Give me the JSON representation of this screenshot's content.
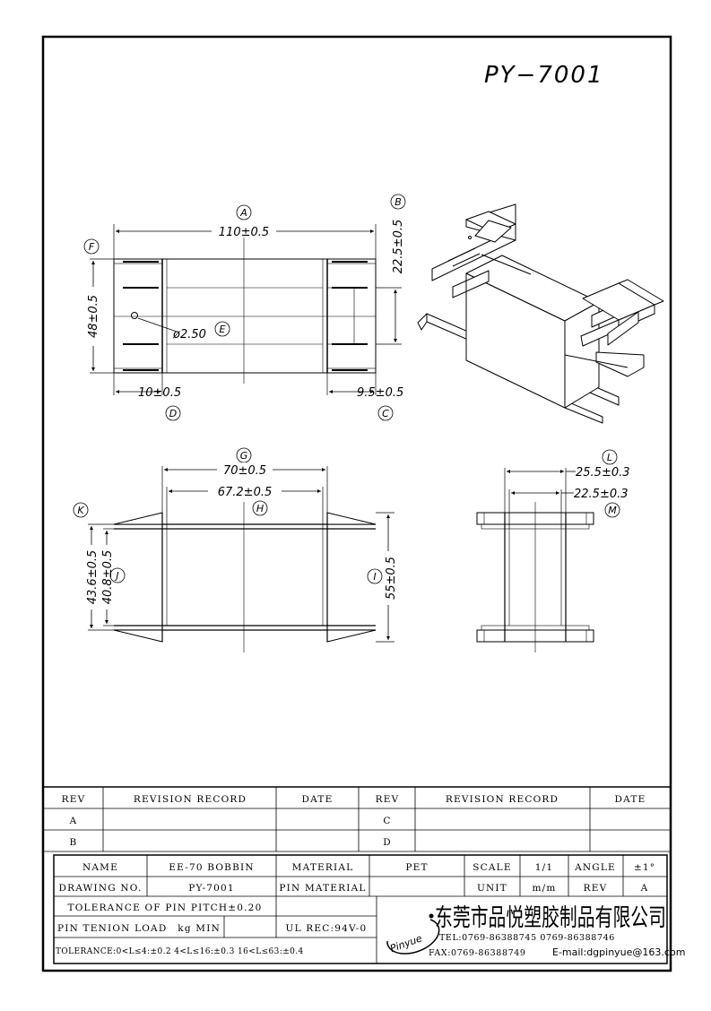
{
  "title": "PY−7001",
  "top_view": {
    "A": {
      "letter": "A",
      "value": "110±0.5"
    },
    "B": {
      "letter": "B",
      "value": "22.5±0.5"
    },
    "C": {
      "letter": "C",
      "value": "9.5±0.5"
    },
    "D": {
      "letter": "D",
      "value": "10±0.5"
    },
    "E": {
      "letter": "E",
      "value": "ø2.50"
    },
    "F": {
      "letter": "F",
      "value": "48±0.5"
    }
  },
  "front_view": {
    "G": {
      "letter": "G",
      "value": "70±0.5"
    },
    "H": {
      "letter": "H",
      "value": "67.2±0.5"
    },
    "I": {
      "letter": "I",
      "value": "55±0.5"
    },
    "J": {
      "letter": "J",
      "value": "40.8±0.5"
    },
    "K": {
      "letter": "K",
      "value": "43.6±0.5"
    }
  },
  "side_view": {
    "L": {
      "letter": "L",
      "value": "25.5±0.3"
    },
    "M": {
      "letter": "M",
      "value": "22.5±0.3"
    }
  },
  "revision_table": {
    "headers": [
      "REV",
      "REVISION RECORD",
      "DATE",
      "REV",
      "REVISION RECORD",
      "DATE"
    ],
    "left_revs": [
      "A",
      "B"
    ],
    "right_revs": [
      "C",
      "D"
    ]
  },
  "title_block": {
    "name_label": "NAME",
    "name_value": "EE-70 BOBBIN",
    "material_label": "MATERIAL",
    "material_value": "PET",
    "scale_label": "SCALE",
    "scale_value": "1/1",
    "angle_label": "ANGLE",
    "angle_value": "±1°",
    "drawing_no_label": "DRAWING NO.",
    "drawing_no_value": "PY-7001",
    "pin_material_label": "PIN MATERIAL",
    "unit_label": "UNIT",
    "unit_value": "m/m",
    "rev_label": "REV",
    "rev_value": "A",
    "pin_pitch_tolerance": "TOLERANCE OF PIN PITCH±0.20",
    "pin_tension": "PIN TENION LOAD",
    "pin_tension_unit": "kg MIN",
    "ul_rec": "UL REC:94V-0",
    "tolerance": "TOLERANCE:0<L≤4:±0.2  4<L≤16:±0.3  16<L≤63:±0.4",
    "company_name": "东莞市品悦塑胶制品有限公司",
    "logo_text": "Pinyue",
    "tel": "TEL:0769-86388745   0769-86388746",
    "fax": "FAX:0769-86388749",
    "email": "E-mail:dgpinyue@163.com"
  }
}
